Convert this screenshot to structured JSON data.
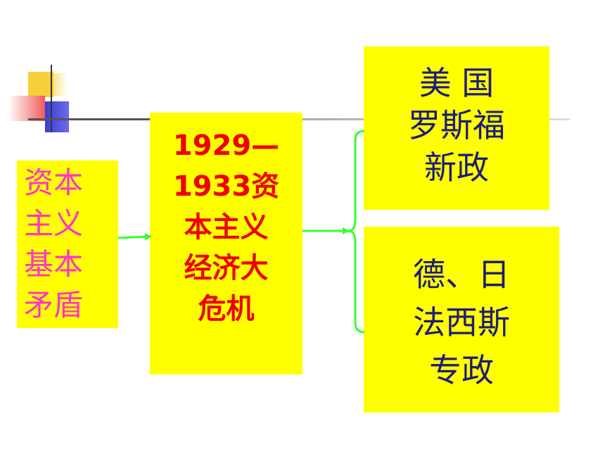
{
  "boxes": {
    "left": "资本\n主义\n基本\n矛盾",
    "center": "1929—\n1933资\n本主义\n经济大\n危机",
    "top_right": "美  国\n罗斯福\n新政",
    "bottom_right": "德、日\n法西斯\n专政"
  },
  "colors": {
    "box_fill": "#ffff00",
    "left_text": "#ff33cc",
    "center_text": "#ee0000",
    "right_text": "#1c1c7a",
    "connector": "#33ff33"
  }
}
